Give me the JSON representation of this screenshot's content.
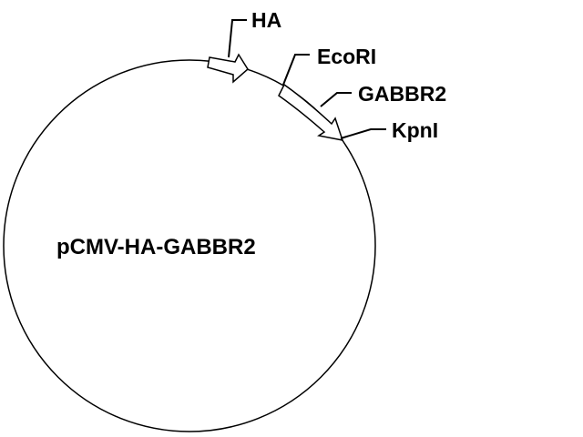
{
  "plasmid": {
    "name": "pCMV-HA-GABBR2"
  },
  "features": {
    "ha": "HA",
    "gabbr2": "GABBR2"
  },
  "sites": {
    "ecori": "EcoRI",
    "kpni": "KpnI"
  },
  "colors": {
    "line": "#000000",
    "background": "#ffffff",
    "feature_fill": "#ffffff"
  }
}
